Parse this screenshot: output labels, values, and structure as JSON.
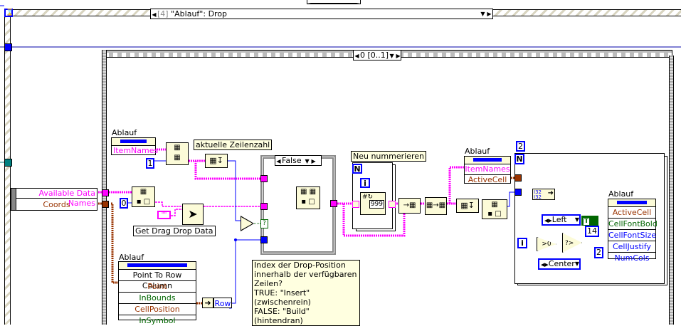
{
  "event_structure": {
    "case_label": "[4] \"Ablauf\": Drop",
    "case_index": "[4]",
    "case_name": "\"Ablauf\": Drop",
    "timeout_icon": "hourglass-icon",
    "event_data_node": {
      "items": [
        "Available Data Names",
        "Coords"
      ]
    }
  },
  "top_partial_control": "",
  "sequence": {
    "frame_label": "0 [0..1]"
  },
  "nodes": {
    "ablauf_itemnames_read": {
      "title": "Ablauf",
      "property": "ItemNames"
    },
    "const_one": "1",
    "const_zero": "0",
    "empty_string_const": "\"\"",
    "label_aktuelle": "aktuelle Zeilenzahl",
    "get_drag_drop_data": "Get Drag Drop Data",
    "case_structure_value": "False",
    "comment_neu": "Neu nummerieren",
    "for_loop_n": "N",
    "for_loop_i": "i",
    "number_to_string": "999",
    "ablauf_write_mid": {
      "title": "Ablauf",
      "properties": [
        "ItemNames",
        "ActiveCell"
      ]
    },
    "outer_loop_count": "2",
    "outer_loop_n": "N",
    "outer_loop_i": "i",
    "bundle_types": [
      "I32",
      "I32"
    ],
    "enum_left": "Left",
    "enum_center": "Center",
    "bool_true": "T",
    "const_14": "14",
    "const_2": "2",
    "compare_gt0": ">0",
    "ablauf_write_right": {
      "title": "Ablauf",
      "properties": [
        "ActiveCell",
        "CellFontBold",
        "CellFontSize",
        "CellJustify",
        "NumCols"
      ]
    },
    "ablauf_method": {
      "title": "Ablauf",
      "method": "Point To Row Column",
      "params": [
        "Point",
        "InBounds",
        "CellPosition",
        "InSymbol"
      ]
    },
    "unbundle_row": "Row",
    "comment_index": [
      "Index der Drop-Position",
      "innerhalb der verfügbaren",
      "Zeilen?",
      "TRUE: \"Insert\" (zwischenrein)",
      "FALSE: \"Build\" (hintendran)"
    ],
    "case_selector_terminal": "?"
  },
  "colors": {
    "string_wire": "#ff00ff",
    "cluster_wire": "#993300",
    "int_wire": "#0000ff",
    "bool_wire": "#006600",
    "node_bg": "#fcfbd8",
    "label_bg": "#ffffe0"
  }
}
